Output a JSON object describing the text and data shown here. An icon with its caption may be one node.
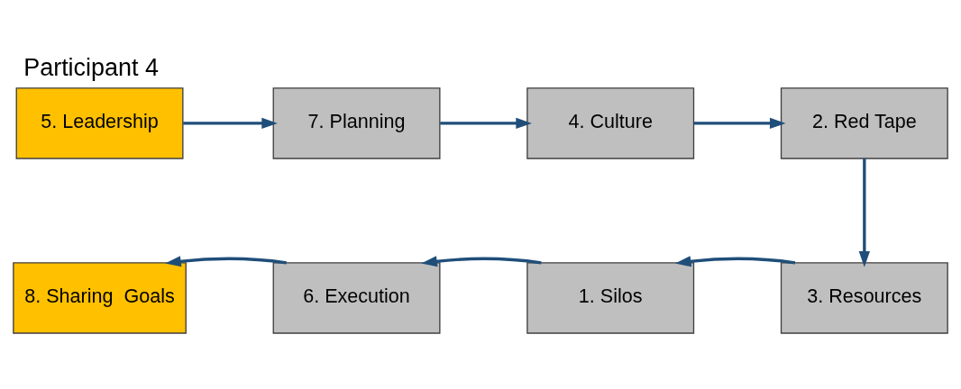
{
  "diagram": {
    "title": "Participant 4",
    "nodes": [
      {
        "text": [
          "5. Leadership"
        ]
      },
      {
        "text": [
          "7. Planning"
        ]
      },
      {
        "text": [
          "4. Culture"
        ]
      },
      {
        "text": [
          "2. Red Tape"
        ]
      },
      {
        "text": [
          "3. Resources"
        ]
      },
      {
        "text": [
          "1. Silos"
        ]
      },
      {
        "text": [
          "6. Execution"
        ]
      },
      {
        "text": [
          "8. Sharing  Goals"
        ]
      }
    ],
    "edges": [
      {
        "from": 0,
        "to": 1,
        "arrow": "to"
      },
      {
        "from": 1,
        "to": 2,
        "arrow": "to"
      },
      {
        "from": 2,
        "to": 3,
        "arrow": "to"
      },
      {
        "from": 3,
        "to": 4,
        "arrow": "to"
      },
      {
        "from": 4,
        "to": 5,
        "arrow": "to"
      },
      {
        "from": 5,
        "to": 6,
        "arrow": "to"
      },
      {
        "from": 6,
        "to": 7,
        "arrow": "to"
      }
    ]
  }
}
